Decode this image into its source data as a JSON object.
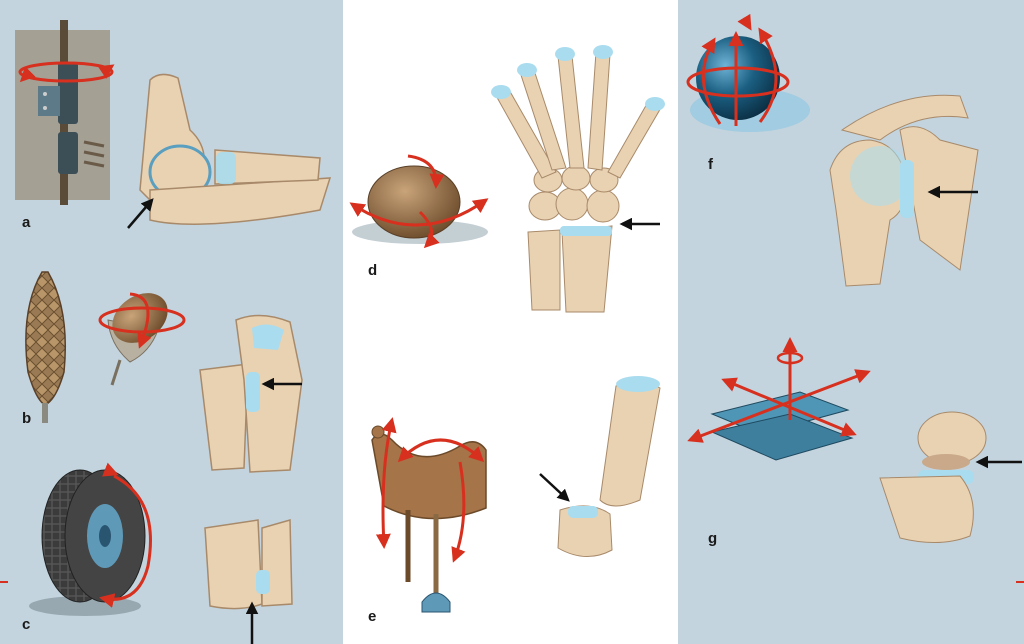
{
  "labels": {
    "a": "a",
    "b": "b",
    "c": "c",
    "d": "d",
    "e": "e",
    "f": "f",
    "g": "g"
  },
  "colors": {
    "panel_bg": "#c3d4de",
    "bone": "#e9d2b2",
    "bone_shadow": "#c9a98a",
    "cartilage": "#a9dcee",
    "arrow_red": "#d7301f",
    "arrow_black": "#111111",
    "saddle": "#a57448",
    "ball": "#1b5f82",
    "egg": "#8a6a45",
    "tire": "#3b3b3b",
    "plate": "#4f95b5"
  },
  "icons": [
    "door-hinge-icon",
    "pine-cone-icon",
    "acorn-icon",
    "wheel-icon",
    "egg-icon",
    "saddle-icon",
    "ball-icon",
    "plates-icon"
  ]
}
